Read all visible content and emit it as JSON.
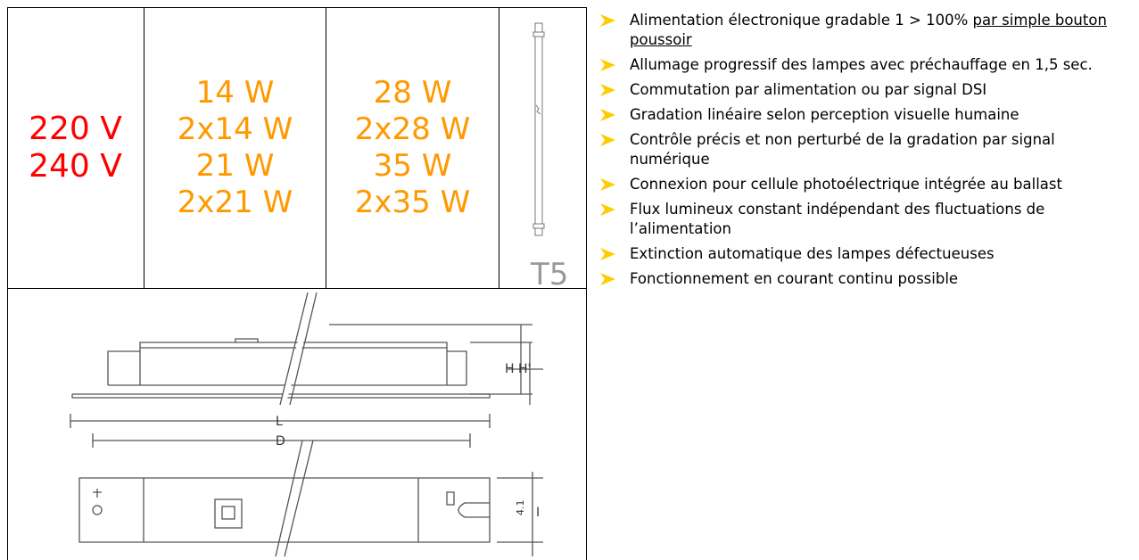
{
  "voltages": [
    "220 V",
    "240 V"
  ],
  "wattages_col1": [
    "14 W",
    "2x14 W",
    "21 W",
    "2x21 W"
  ],
  "wattages_col2": [
    "28 W",
    "2x28 W",
    "35 W",
    "2x35 W"
  ],
  "lamp_type": "T5",
  "diagram_labels": {
    "L": "L",
    "D": "D",
    "H": "H",
    "H_prime": "H'",
    "I": "I",
    "I_value": "4.1"
  },
  "bullet_color": "#ffcc00",
  "features": [
    {
      "text": "Alimentation électronique gradable 1 > 100% ",
      "underlined": "par simple bouton poussoir"
    },
    {
      "text": "Allumage progressif des lampes avec préchauffage en 1,5 sec.",
      "underlined": ""
    },
    {
      "text": "Commutation par alimentation ou par signal DSI",
      "underlined": ""
    },
    {
      "text": "Gradation linéaire selon perception visuelle humaine",
      "underlined": ""
    },
    {
      "text": "Contrôle précis et non perturbé de la gradation par signal numérique",
      "underlined": ""
    },
    {
      "text": "Connexion pour cellule photoélectrique  intégrée au ballast",
      "underlined": ""
    },
    {
      "text": "Flux lumineux constant indépendant des fluctuations de l’alimentation",
      "underlined": ""
    },
    {
      "text": "Extinction automatique des lampes défectueuses",
      "underlined": ""
    },
    {
      "text": "Fonctionnement en courant continu possible",
      "underlined": ""
    }
  ]
}
